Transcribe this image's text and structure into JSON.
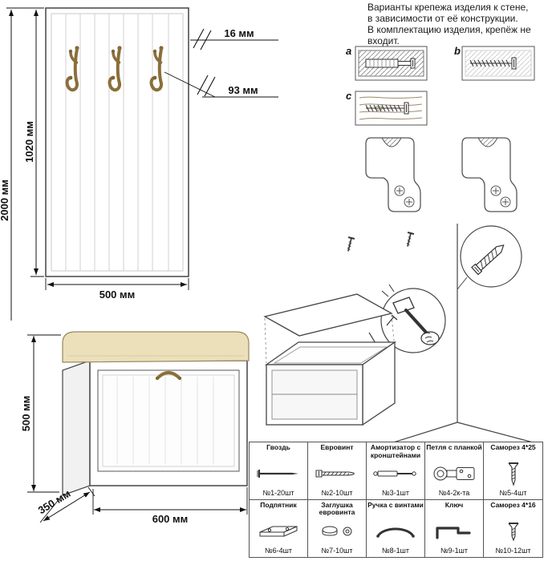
{
  "note": {
    "lines": [
      "Варианты крепежа изделия к стене,",
      "в зависимости от её конструкции.",
      "В комплектацию изделия, крепёж не",
      "входит."
    ]
  },
  "dims": {
    "total_height": "2000 мм",
    "panel_height": "1020 мм",
    "panel_width": "500 мм",
    "panel_thickness": "16 мм",
    "hook_offset": "93 мм",
    "bench_height": "500 мм",
    "bench_depth": "350 мм",
    "bench_width": "600 мм"
  },
  "mounting": {
    "option_a": "a",
    "option_b": "b",
    "option_c": "c"
  },
  "colors": {
    "cushion": "#ebe0ba",
    "brass": "#8a6f3a",
    "line": "#444444"
  },
  "parts": {
    "rows": [
      [
        {
          "name": "Гвоздь",
          "qty": "№1-20шт",
          "icon": "nail-icon"
        },
        {
          "name": "Евровинт",
          "qty": "№2-10шт",
          "icon": "confirmat-screw-icon"
        },
        {
          "name": "Амортизатор с кронштейнами",
          "qty": "№3-1шт",
          "icon": "gas-strut-icon"
        },
        {
          "name": "Петля с планкой",
          "qty": "№4-2к-та",
          "icon": "hinge-icon"
        },
        {
          "name": "Саморез 4*25",
          "qty": "№5-4шт",
          "icon": "screw-4x25-icon"
        }
      ],
      [
        {
          "name": "Подпятник",
          "qty": "№6-4шт",
          "icon": "foot-bracket-icon"
        },
        {
          "name": "Заглушка евровинта",
          "qty": "№7-10шт",
          "icon": "screw-cap-icon"
        },
        {
          "name": "Ручка с винтами",
          "qty": "№8-1шт",
          "icon": "handle-icon"
        },
        {
          "name": "Ключ",
          "qty": "№9-1шт",
          "icon": "hex-key-icon"
        },
        {
          "name": "Саморез 4*16",
          "qty": "№10-12шт",
          "icon": "screw-4x16-icon"
        }
      ]
    ]
  }
}
